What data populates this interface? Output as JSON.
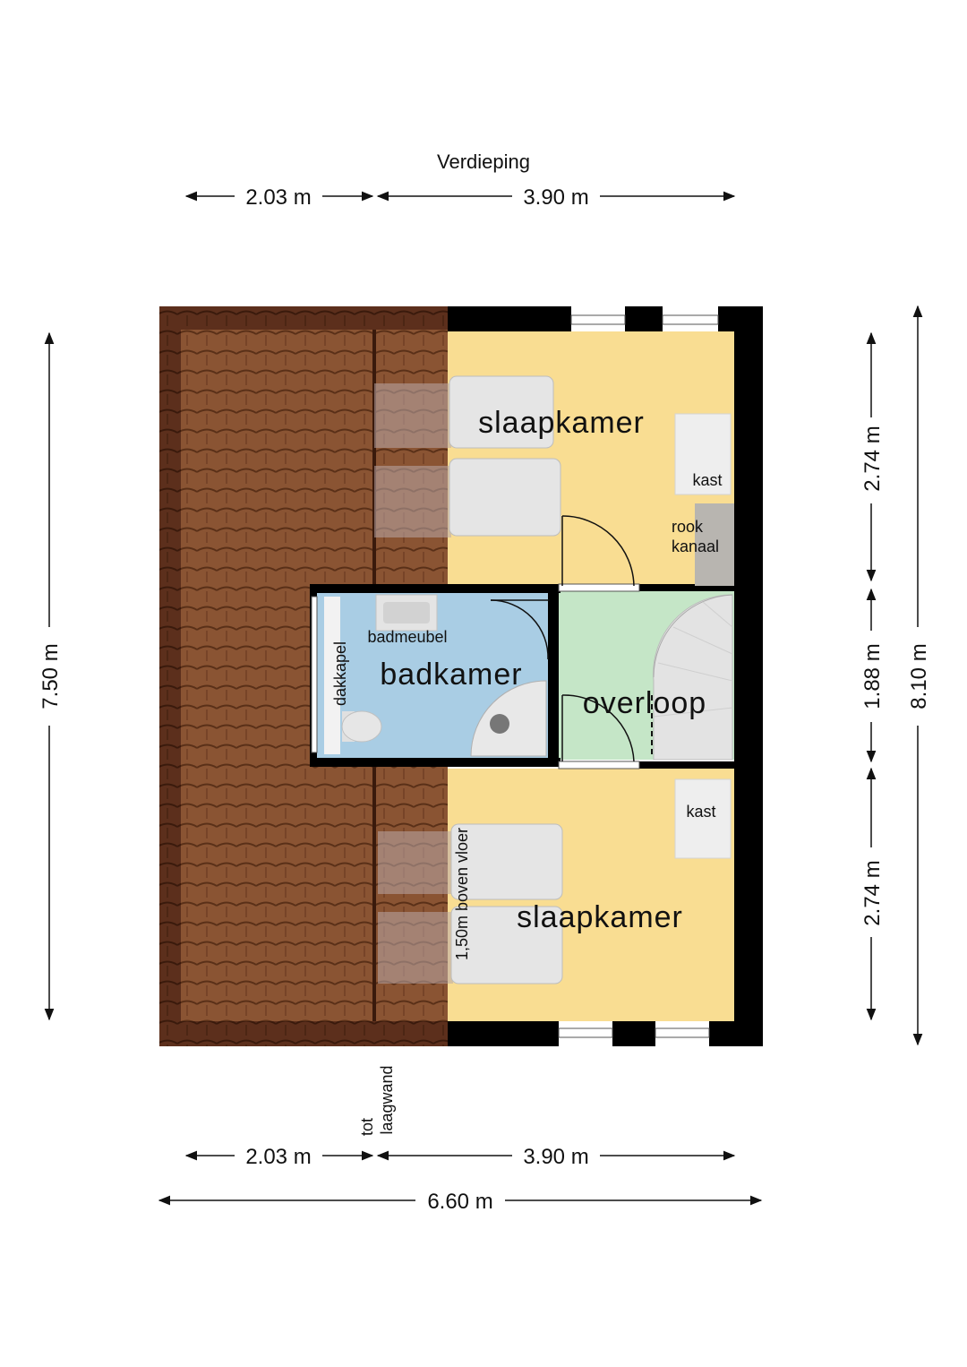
{
  "title": "Verdieping",
  "dimensions": {
    "top_left": "2.03 m",
    "top_right": "3.90 m",
    "bottom_left": "2.03 m",
    "bottom_right": "3.90 m",
    "bottom_total": "6.60 m",
    "left_height": "7.50 m",
    "right_upper": "2.74 m",
    "right_middle": "1.88 m",
    "right_lower": "2.74 m",
    "right_total": "8.10 m"
  },
  "rooms": {
    "slaapkamer_top": "slaapkamer",
    "slaapkamer_bottom": "slaapkamer",
    "badkamer": "badkamer",
    "overloop": "overloop"
  },
  "labels": {
    "kast_top": "kast",
    "kast_bottom": "kast",
    "rook_line1": "rook",
    "rook_line2": "kanaal",
    "badmeubel": "badmeubel",
    "dakkapel": "dakkapel",
    "boven_vloer": "1,50m boven vloer",
    "tot": "tot",
    "laagwand": "laagwand"
  },
  "colors": {
    "bedroom": "#f9dd92",
    "bathroom": "#a9cde4",
    "landing": "#c5e6c7",
    "roof": "#8a5433",
    "wall": "#000000"
  }
}
